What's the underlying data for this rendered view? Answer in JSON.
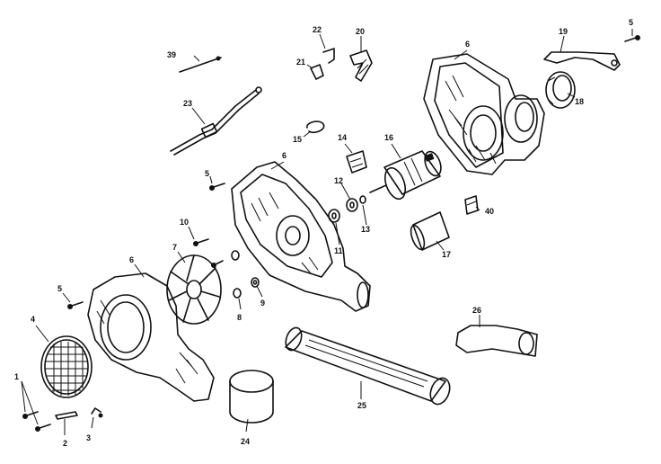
{
  "callouts": {
    "c1": "1",
    "c2": "2",
    "c3": "3",
    "c4": "4",
    "c5a": "5",
    "c5b": "5",
    "c5c": "5",
    "c6a": "6",
    "c6b": "6",
    "c6c": "6",
    "c7": "7",
    "c8": "8",
    "c9": "9",
    "c10": "10",
    "c11": "11",
    "c12": "12",
    "c13": "13",
    "c14": "14",
    "c15": "15",
    "c16": "16",
    "c17": "17",
    "c18": "18",
    "c19": "19",
    "c20": "20",
    "c21": "21",
    "c22": "22",
    "c23": "23",
    "c24": "24",
    "c25": "25",
    "c26": "26",
    "c39": "39",
    "c40": "40"
  }
}
